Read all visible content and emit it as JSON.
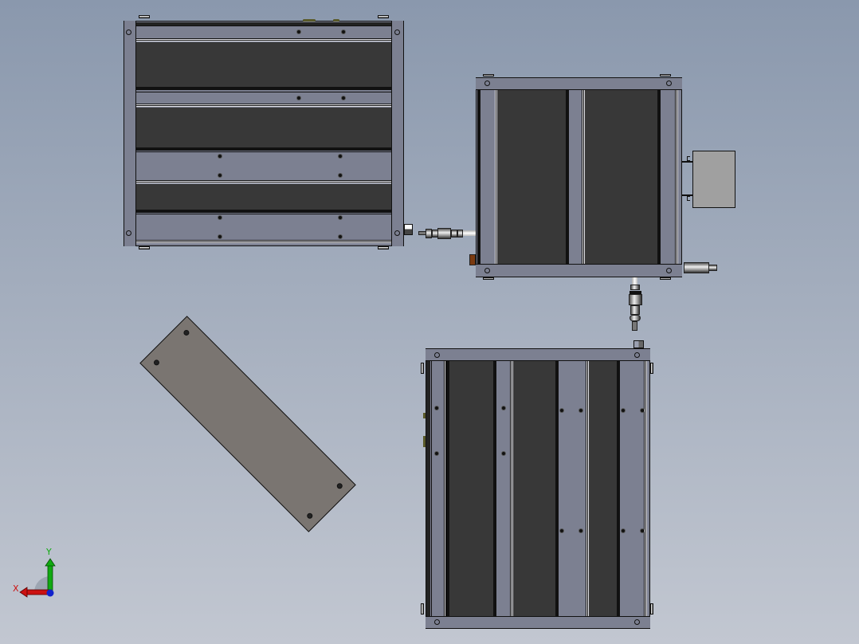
{
  "viewport": {
    "background_top": "#8a98ad",
    "background_bottom": "#c2c7d1"
  },
  "views": [
    {
      "id": "top-left-view",
      "description": "Horizontal panel assembly with 3 dark slots",
      "frame_color": "#7c8091",
      "panel_color": "#383838"
    },
    {
      "id": "top-right-view",
      "description": "Square frame with 2 vertical dark slots and junction box",
      "frame_color": "#7c8091",
      "panel_color": "#383838"
    },
    {
      "id": "bottom-right-view",
      "description": "Vertical panel assembly with 3 dark slots",
      "frame_color": "#7c8091",
      "panel_color": "#383838"
    },
    {
      "id": "rotated-plate",
      "description": "Rotated flat cover plate with 4 holes",
      "plate_color": "#7a7571"
    }
  ],
  "junction_box": {
    "color": "#a0a0a0"
  },
  "fitting_accent": {
    "color": "#7a3a10"
  },
  "triad": {
    "x_label": "X",
    "y_label": "Y",
    "x_color": "#cc1111",
    "y_color": "#11aa11",
    "z_color": "#1122cc"
  }
}
